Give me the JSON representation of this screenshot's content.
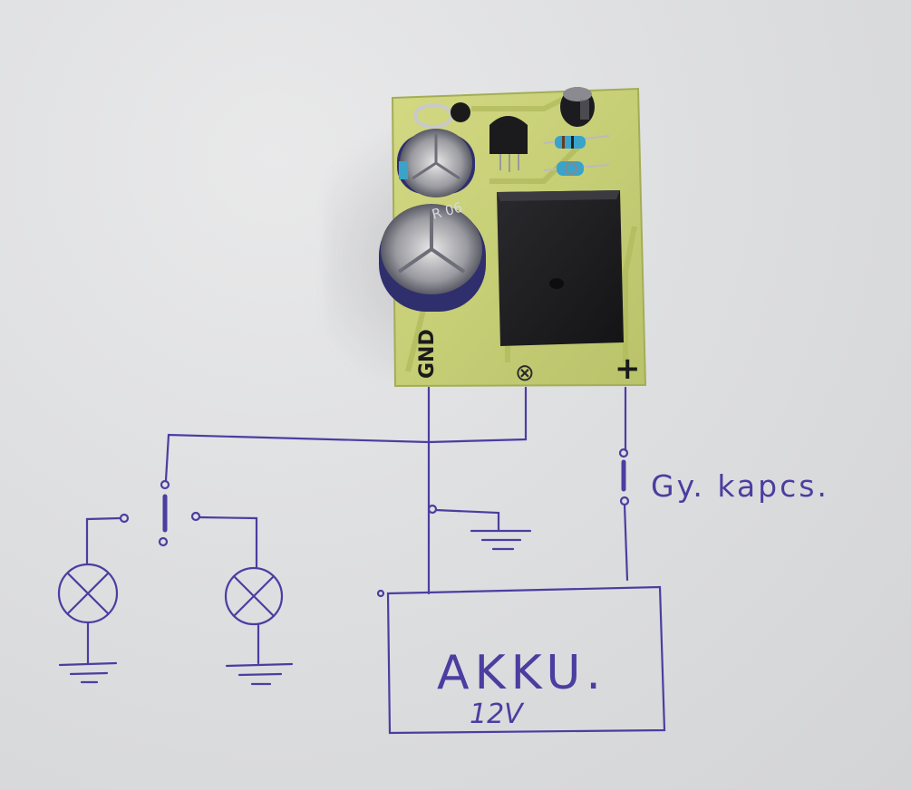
{
  "board": {
    "label_gnd": "GND",
    "label_lamp": "⊗",
    "label_plus": "+",
    "capacitor_marking": "R 06"
  },
  "schematic": {
    "switch_label": "Gy. kapcs.",
    "battery_label": "AKKU.",
    "battery_voltage": "12V"
  },
  "colors": {
    "paper": "#dedfe1",
    "ink": "#4a3ea0",
    "pcb": "#c9d07a",
    "relay": "#1f1f22",
    "cap_blue": "#2f2f6e"
  }
}
